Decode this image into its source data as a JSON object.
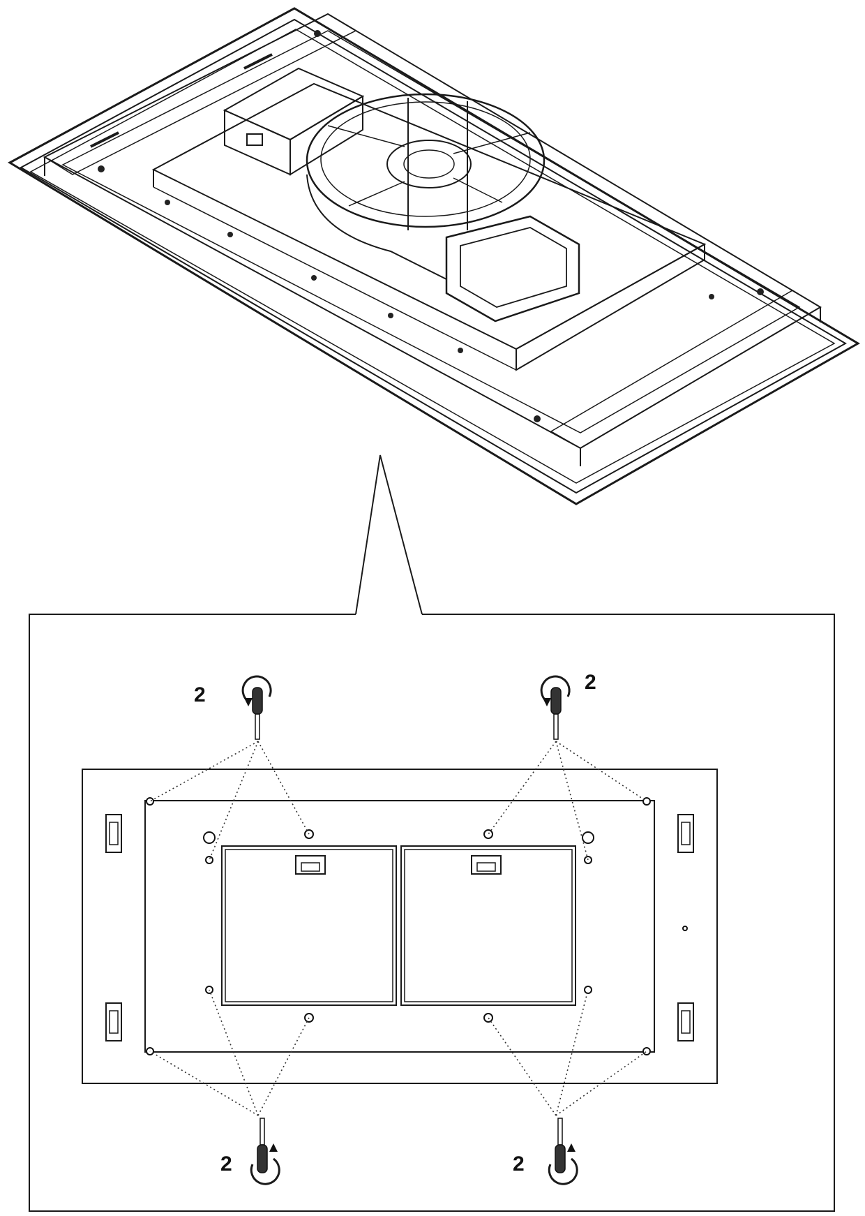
{
  "callouts": [
    {
      "id": "top-left",
      "label": "2"
    },
    {
      "id": "top-right",
      "label": "2"
    },
    {
      "id": "bottom-left",
      "label": "2"
    },
    {
      "id": "bottom-right",
      "label": "2"
    }
  ],
  "icons": {
    "screwdriver": "screwdriver-icon",
    "rotation": "rotation-arrow-icon",
    "fan": "blower-fan-icon",
    "filter": "grease-filter-icon"
  },
  "colors": {
    "line": "#1a1a1a",
    "background": "#ffffff",
    "fill_light": "#f2f2f2"
  }
}
